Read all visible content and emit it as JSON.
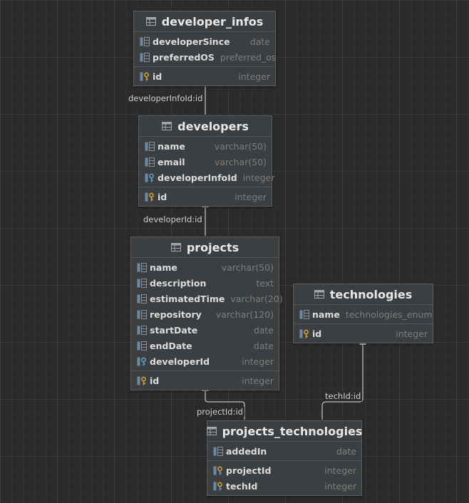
{
  "tables": {
    "developer_infos": {
      "title": "developer_infos",
      "columns": [
        {
          "name": "developerSince",
          "type": "date"
        },
        {
          "name": "preferredOS",
          "type": "preferred_os"
        }
      ],
      "pk": {
        "name": "id",
        "type": "integer"
      }
    },
    "developers": {
      "title": "developers",
      "columns": [
        {
          "name": "name",
          "type": "varchar(50)"
        },
        {
          "name": "email",
          "type": "varchar(50)"
        },
        {
          "name": "developerInfoId",
          "type": "integer"
        }
      ],
      "pk": {
        "name": "id",
        "type": "integer"
      }
    },
    "projects": {
      "title": "projects",
      "columns": [
        {
          "name": "name",
          "type": "varchar(50)"
        },
        {
          "name": "description",
          "type": "text"
        },
        {
          "name": "estimatedTime",
          "type": "varchar(20)"
        },
        {
          "name": "repository",
          "type": "varchar(120)"
        },
        {
          "name": "startDate",
          "type": "date"
        },
        {
          "name": "endDate",
          "type": "date"
        },
        {
          "name": "developerId",
          "type": "integer"
        }
      ],
      "pk": {
        "name": "id",
        "type": "integer"
      }
    },
    "technologies": {
      "title": "technologies",
      "columns": [
        {
          "name": "name",
          "type": "technologies_enum"
        }
      ],
      "pk": {
        "name": "id",
        "type": "integer"
      }
    },
    "projects_technologies": {
      "title": "projects_technologies",
      "columns": [
        {
          "name": "addedIn",
          "type": "date"
        }
      ],
      "pk_columns": [
        {
          "name": "projectId",
          "type": "integer"
        },
        {
          "name": "techId",
          "type": "integer"
        }
      ]
    }
  },
  "relations": {
    "developer_info_fk": "developerInfoId:id",
    "developer_fk": "developerId:id",
    "project_fk": "projectId:id",
    "tech_fk": "techId:id"
  },
  "colors": {
    "background": "#2b2b2b",
    "table_bg": "#3c3f41",
    "column_icon": "#6e8aa3",
    "key_icon": "#e0a52a",
    "edge": "#bdbdbd"
  }
}
